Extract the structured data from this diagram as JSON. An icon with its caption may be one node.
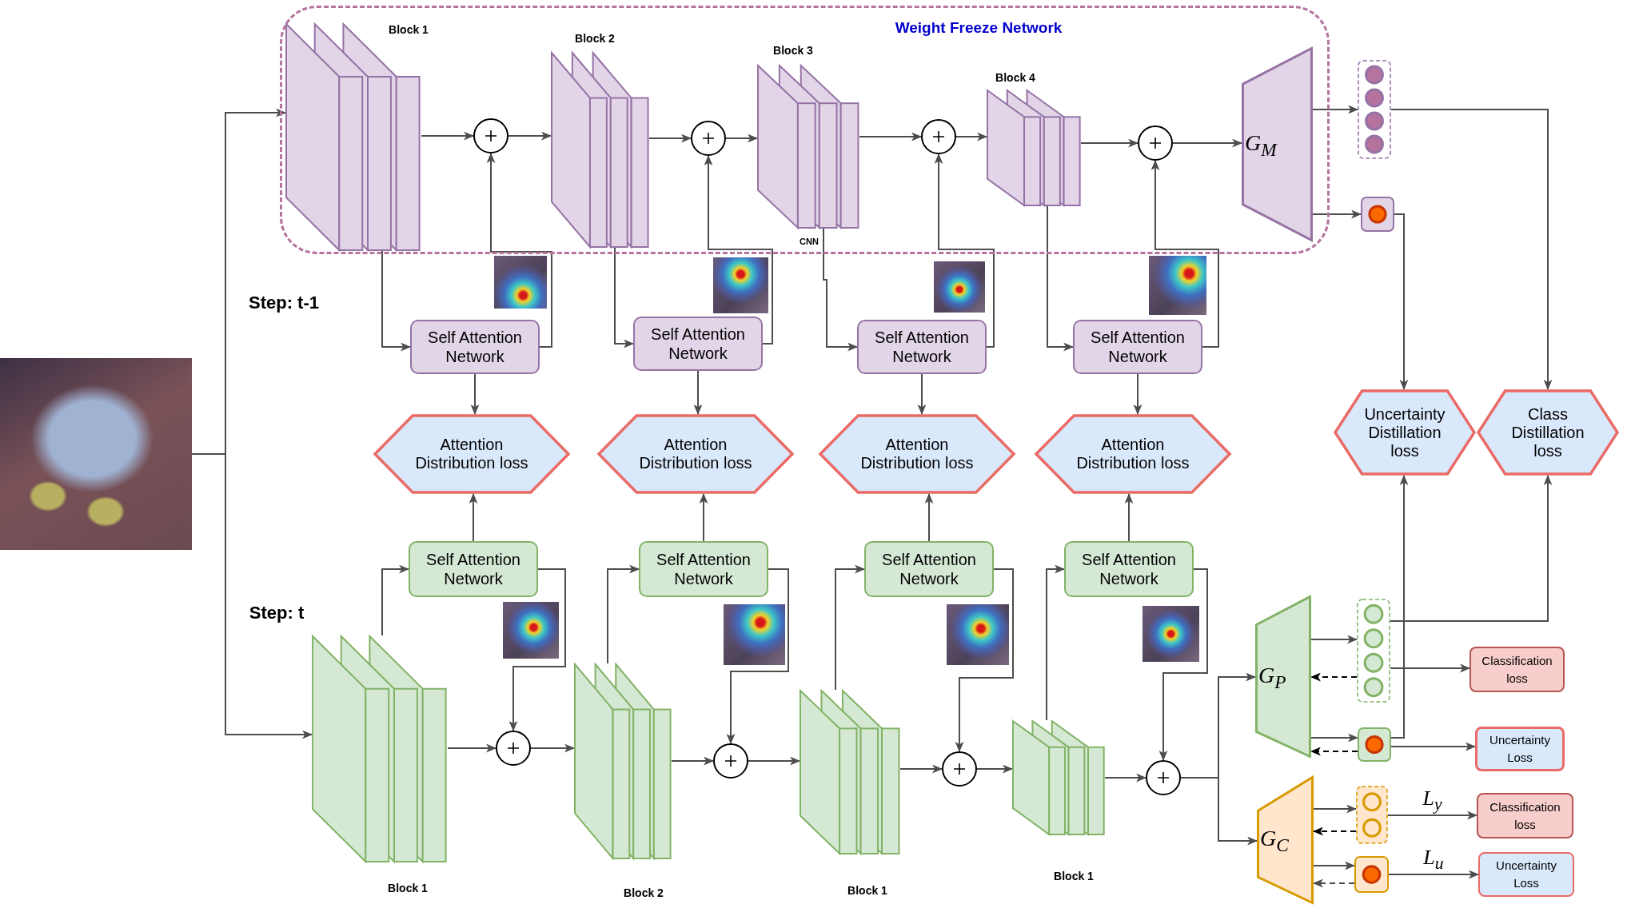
{
  "diagram": {
    "nodes": [
      {
        "text": [
          "Weight Freeze Network"
        ]
      },
      {
        "text": [],
        "shape": "picture"
      },
      {
        "text": [
          "Block 1"
        ],
        "in": 0
      },
      {
        "text": [],
        "shape": "circle",
        "in": 0
      },
      {
        "text": [
          "Block 2"
        ],
        "in": 0
      },
      {
        "text": [],
        "shape": "circle",
        "in": 0
      },
      {
        "text": [
          "Block 3"
        ],
        "in": 0
      },
      {
        "text": [],
        "shape": "circle",
        "in": 0
      },
      {
        "text": [
          "Block 4"
        ],
        "in": 0
      },
      {
        "text": [],
        "shape": "circle",
        "in": 0
      },
      {
        "text": [
          "G$_{M}$"
        ],
        "in": 0
      },
      {
        "text": [],
        "shape": "box"
      },
      {
        "text": [],
        "shape": "box"
      },
      {
        "text": [
          "Self Attention Network"
        ]
      },
      {
        "text": [
          "Self Attention Network"
        ]
      },
      {
        "text": [
          "Self Attention Network"
        ]
      },
      {
        "text": [
          "Self Attention Network"
        ]
      },
      {
        "text": [
          "Attention Distribution loss"
        ]
      },
      {
        "text": [
          "Attention Distribution loss"
        ]
      },
      {
        "text": [
          "Attention Distribution loss"
        ]
      },
      {
        "text": [
          "Attention Distribution loss"
        ]
      },
      {
        "text": [
          "Uncertainty Distillation loss"
        ]
      },
      {
        "text": [
          "Class Distillation loss"
        ]
      },
      {
        "text": [
          "Self Attention Network"
        ]
      },
      {
        "text": [
          "Self Attention Network"
        ]
      },
      {
        "text": [
          "Self Attention Network"
        ]
      },
      {
        "text": [
          "Self Attention Network"
        ]
      },
      {
        "text": [
          "Block 1"
        ]
      },
      {
        "text": [],
        "shape": "circle"
      },
      {
        "text": [
          "Block 2"
        ]
      },
      {
        "text": [],
        "shape": "circle"
      },
      {
        "text": [
          "Block 1"
        ]
      },
      {
        "text": [],
        "shape": "circle"
      },
      {
        "text": [
          "Block 1"
        ]
      },
      {
        "text": [],
        "shape": "circle"
      },
      {
        "text": [
          "G$_{P}$"
        ]
      },
      {
        "text": [
          "G$_{C}$"
        ]
      },
      {
        "text": [],
        "shape": "box"
      },
      {
        "text": [],
        "shape": "box"
      },
      {
        "text": [],
        "shape": "box"
      },
      {
        "text": [],
        "shape": "box"
      },
      {
        "text": [
          "Classification loss"
        ]
      },
      {
        "text": [
          "Uncertainty Loss"
        ]
      },
      {
        "text": [
          "Classification loss"
        ]
      },
      {
        "text": [
          "Uncertainty Loss"
        ]
      }
    ],
    "edges": [
      {
        "from": 1,
        "to": 2,
        "arrow": "to"
      },
      {
        "from": 1,
        "to": 27,
        "arrow": "to"
      },
      {
        "from": 2,
        "to": 3,
        "arrow": "to"
      },
      {
        "from": 3,
        "to": 4,
        "arrow": "to"
      },
      {
        "from": 4,
        "to": 5,
        "arrow": "to"
      },
      {
        "from": 5,
        "to": 6,
        "arrow": "to"
      },
      {
        "from": 6,
        "to": 7,
        "arrow": "to"
      },
      {
        "from": 7,
        "to": 8,
        "arrow": "to"
      },
      {
        "from": 8,
        "to": 9,
        "arrow": "to"
      },
      {
        "from": 9,
        "to": 10,
        "arrow": "to"
      },
      {
        "from": 10,
        "to": 11,
        "arrow": "to"
      },
      {
        "from": 10,
        "to": 12,
        "arrow": "to"
      },
      {
        "from": 11,
        "to": 22,
        "arrow": "to"
      },
      {
        "from": 12,
        "to": 21,
        "arrow": "to"
      },
      {
        "from": 2,
        "to": 13,
        "arrow": "to"
      },
      {
        "from": 4,
        "to": 14,
        "arrow": "to"
      },
      {
        "from": 6,
        "to": 15,
        "arrow": "to"
      },
      {
        "from": 8,
        "to": 16,
        "arrow": "to"
      },
      {
        "from": 13,
        "to": 3,
        "arrow": "to"
      },
      {
        "from": 14,
        "to": 5,
        "arrow": "to"
      },
      {
        "from": 15,
        "to": 7,
        "arrow": "to"
      },
      {
        "from": 16,
        "to": 9,
        "arrow": "to"
      },
      {
        "from": 13,
        "to": 17,
        "arrow": "to"
      },
      {
        "from": 14,
        "to": 18,
        "arrow": "to"
      },
      {
        "from": 15,
        "to": 19,
        "arrow": "to"
      },
      {
        "from": 16,
        "to": 20,
        "arrow": "to"
      },
      {
        "from": 23,
        "to": 17,
        "arrow": "to"
      },
      {
        "from": 24,
        "to": 18,
        "arrow": "to"
      },
      {
        "from": 25,
        "to": 19,
        "arrow": "to"
      },
      {
        "from": 26,
        "to": 20,
        "arrow": "to"
      },
      {
        "from": 27,
        "to": 23,
        "arrow": "to"
      },
      {
        "from": 29,
        "to": 24,
        "arrow": "to"
      },
      {
        "from": 31,
        "to": 25,
        "arrow": "to"
      },
      {
        "from": 33,
        "to": 26,
        "arrow": "to"
      },
      {
        "from": 23,
        "to": 28,
        "arrow": "to"
      },
      {
        "from": 24,
        "to": 30,
        "arrow": "to"
      },
      {
        "from": 25,
        "to": 32,
        "arrow": "to"
      },
      {
        "from": 26,
        "to": 34,
        "arrow": "to"
      },
      {
        "from": 27,
        "to": 28,
        "arrow": "to"
      },
      {
        "from": 28,
        "to": 29,
        "arrow": "to"
      },
      {
        "from": 29,
        "to": 30,
        "arrow": "to"
      },
      {
        "from": 30,
        "to": 31,
        "arrow": "to"
      },
      {
        "from": 31,
        "to": 32,
        "arrow": "to"
      },
      {
        "from": 32,
        "to": 33,
        "arrow": "to"
      },
      {
        "from": 33,
        "to": 34,
        "arrow": "to"
      },
      {
        "from": 34,
        "to": 35,
        "arrow": "to"
      },
      {
        "from": 34,
        "to": 36,
        "arrow": "to"
      },
      {
        "from": 35,
        "to": 37,
        "arrow": "to"
      },
      {
        "from": 37,
        "to": 35,
        "arrow": "to",
        "style": "dashed",
        "color": "#000000"
      },
      {
        "from": 35,
        "to": 38,
        "arrow": "to"
      },
      {
        "from": 38,
        "to": 35,
        "arrow": "to",
        "style": "dashed",
        "color": "#000000"
      },
      {
        "from": 36,
        "to": 39,
        "arrow": "to"
      },
      {
        "from": 39,
        "to": 36,
        "arrow": "to",
        "style": "dashed",
        "color": "#000000"
      },
      {
        "from": 36,
        "to": 40,
        "arrow": "to"
      },
      {
        "from": 40,
        "to": 36,
        "arrow": "to",
        "style": "dashed"
      },
      {
        "from": 37,
        "to": 41,
        "arrow": "to"
      },
      {
        "from": 37,
        "to": 22,
        "arrow": "to"
      },
      {
        "from": 38,
        "to": 42,
        "arrow": "to"
      },
      {
        "from": 38,
        "to": 21,
        "arrow": "to"
      },
      {
        "from": 39,
        "to": 43,
        "arrow": "to",
        "label": "L$_{y}$"
      },
      {
        "from": 40,
        "to": 44,
        "arrow": "to",
        "label": "L$_{u}$"
      }
    ],
    "labels": [
      "CNN",
      "Step: t-1",
      "Step: t"
    ]
  }
}
